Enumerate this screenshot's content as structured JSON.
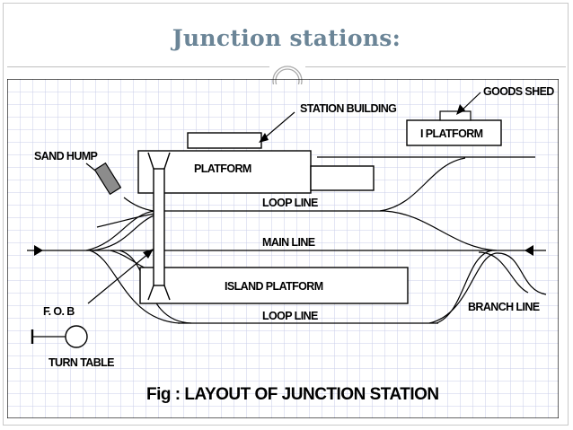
{
  "slide": {
    "title": "Junction stations:"
  },
  "diagram": {
    "labels": {
      "station_building": "STATION BUILDING",
      "goods_shed": "GOODS SHED",
      "i_platform": "I PLATFORM",
      "sand_hump": "SAND HUMP",
      "platform": "PLATFORM",
      "loop_line_top": "LOOP LINE",
      "main_line": "MAIN LINE",
      "island_platform": "ISLAND PLATFORM",
      "fob": "F. O. B",
      "branch_line": "BRANCH LINE",
      "loop_line_bottom": "LOOP LINE",
      "turn_table": "TURN TABLE"
    },
    "caption": "Fig : LAYOUT OF JUNCTION STATION",
    "colors": {
      "grid": "#c8cde8",
      "ink": "#000000",
      "sand_hump_fill": "#8c8c8c",
      "title": "#6b8597"
    }
  }
}
